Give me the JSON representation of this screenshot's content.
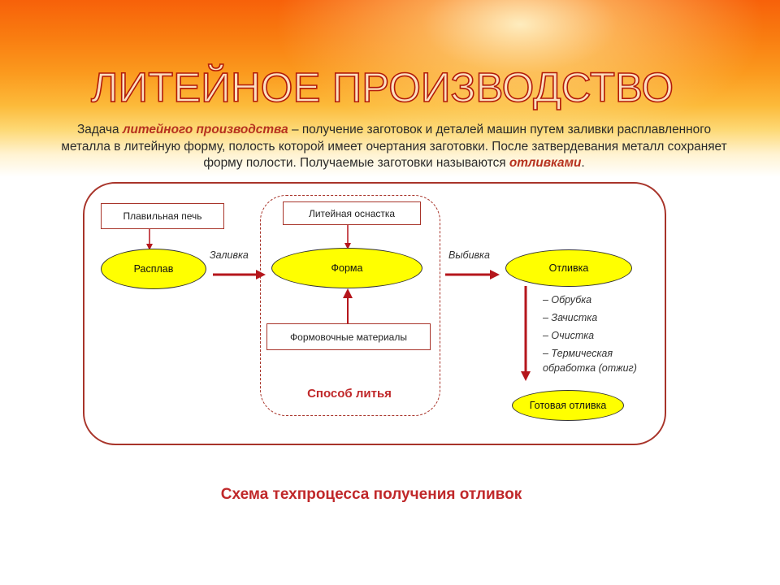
{
  "slide": {
    "title": "ЛИТЕЙНОЕ ПРОИЗВОДСТВО",
    "intro": {
      "part1": "Задача ",
      "emph1": "литейного производства",
      "part2": " – получение заготовок и деталей машин путем заливки расплавленного металла в литейную форму, полость которой имеет очертания заготовки. После затвердевания металл сохраняет форму полости. Получаемые заготовки называются ",
      "emph2": "отливками",
      "part3": "."
    },
    "caption": "Схема техпроцесса получения отливок"
  },
  "diagram": {
    "nodes": {
      "furnace": "Плавильная печь",
      "melt": "Расплав",
      "tooling": "Литейная оснастка",
      "mold": "Форма",
      "materials": "Формовочные материалы",
      "casting": "Отливка",
      "finished": "Готовая отливка"
    },
    "edge_labels": {
      "pouring": "Заливка",
      "knockout": "Выбивка"
    },
    "method_label": "Способ литья",
    "operations": [
      "– Обрубка",
      "– Зачистка",
      "– Очистка",
      "– Термическая обработка (отжиг)"
    ],
    "colors": {
      "accent": "#c0282a",
      "frame": "#a8342a",
      "node_fill": "#ffff00",
      "arrow": "#b5161c"
    }
  }
}
